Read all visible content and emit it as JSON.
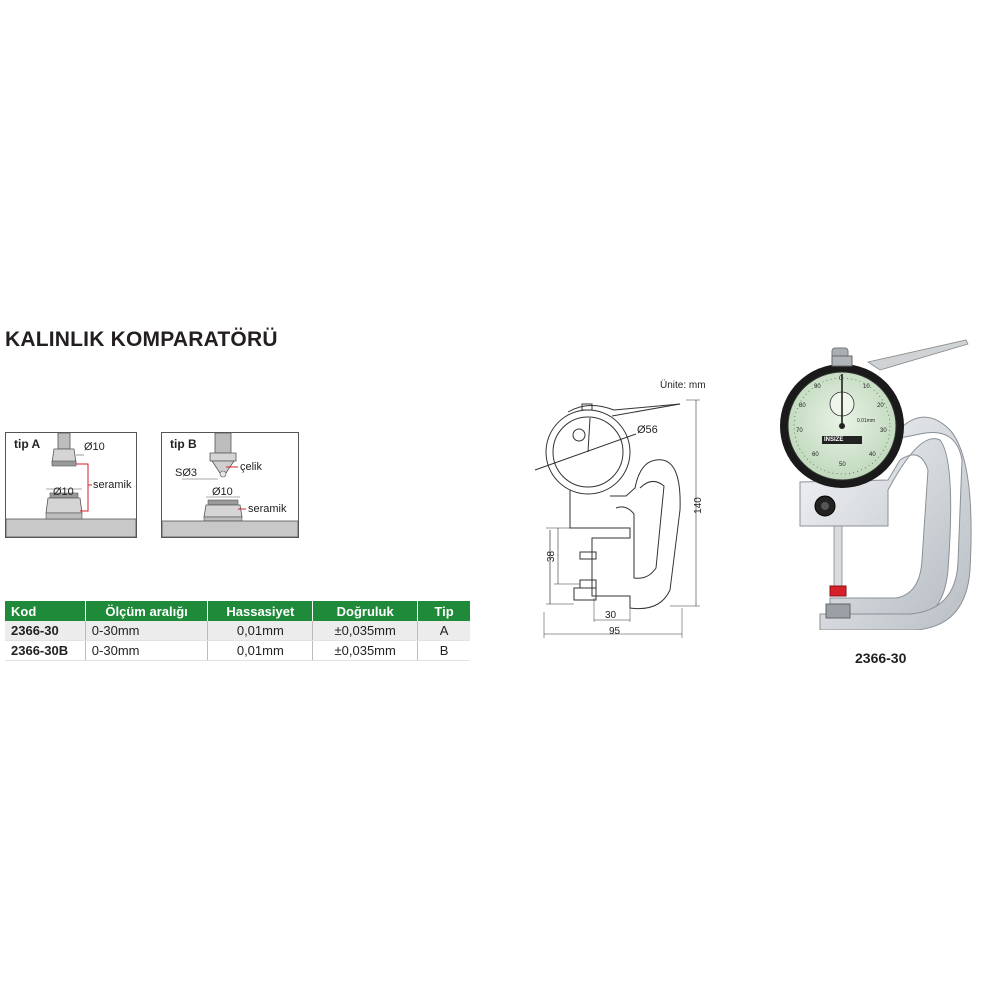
{
  "title": "KALINLIK KOMPARATÖRÜ",
  "tip_a": {
    "label": "tip A",
    "top_dia": "Ø10",
    "bottom_dia": "Ø10",
    "material": "seramik"
  },
  "tip_b": {
    "label": "tip B",
    "ball": "SØ3",
    "top_material": "çelik",
    "bottom_dia": "Ø10",
    "bottom_material": "seramik"
  },
  "table": {
    "headers": [
      "Kod",
      "Ölçüm aralığı",
      "Hassasiyet",
      "Doğruluk",
      "Tip"
    ],
    "rows": [
      [
        "2366-30",
        "0-30mm",
        "0,01mm",
        "±0,035mm",
        "A"
      ],
      [
        "2366-30B",
        "0-30mm",
        "0,01mm",
        "±0,035mm",
        "B"
      ]
    ]
  },
  "drawing": {
    "unit": "Ünite: mm",
    "dial_dia": "Ø56",
    "height": "140",
    "throat_height": "38",
    "depth": "30",
    "width": "95"
  },
  "product": {
    "model": "2366-30",
    "brand": "INSIZE",
    "dial_numbers": [
      "0",
      "10",
      "20",
      "30",
      "40",
      "50",
      "60",
      "70",
      "80",
      "90"
    ],
    "dial_text": "0.01mm"
  },
  "colors": {
    "header_green": "#1f8a3a",
    "marker_red": "#d6202a"
  }
}
